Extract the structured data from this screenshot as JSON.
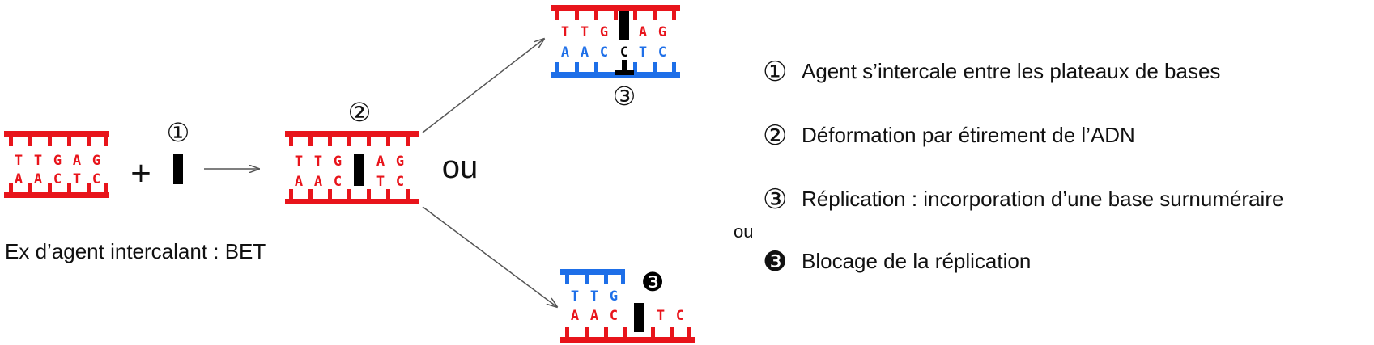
{
  "colors": {
    "red": "#e8141b",
    "blue": "#1e6fe8",
    "black": "#000000",
    "arrow": "#555555"
  },
  "dna_start": {
    "top": [
      "T",
      "T",
      "G",
      "A",
      "G"
    ],
    "bottom": [
      "A",
      "A",
      "C",
      "T",
      "C"
    ]
  },
  "dna_deformed": {
    "top": [
      "T",
      "T",
      "G",
      "",
      "A",
      "G"
    ],
    "bottom": [
      "A",
      "A",
      "C",
      "",
      "T",
      "C"
    ]
  },
  "dna_replication": {
    "top": [
      "T",
      "T",
      "G",
      "",
      "A",
      "G"
    ],
    "bottom": [
      "A",
      "A",
      "C",
      "C",
      "T",
      "C"
    ]
  },
  "dna_block": {
    "top": [
      "T",
      "T",
      "G"
    ],
    "bottom": [
      "A",
      "A",
      "C",
      "",
      "T",
      "C"
    ]
  },
  "plus": "+",
  "ou_main": "ou",
  "ou_legend": "ou",
  "caption": "Ex d’agent intercalant : BET",
  "markers": {
    "m1": "①",
    "m2": "②",
    "m3": "③",
    "m3_filled": "❸"
  },
  "legend": [
    {
      "marker": "①",
      "label": "Agent s’intercale entre les plateaux de bases"
    },
    {
      "marker": "②",
      "label": "Déformation par étirement de l’ADN"
    },
    {
      "marker": "③",
      "label": "Réplication : incorporation d’une base surnuméraire"
    },
    {
      "marker": "❸",
      "label": "Blocage de la réplication"
    }
  ]
}
